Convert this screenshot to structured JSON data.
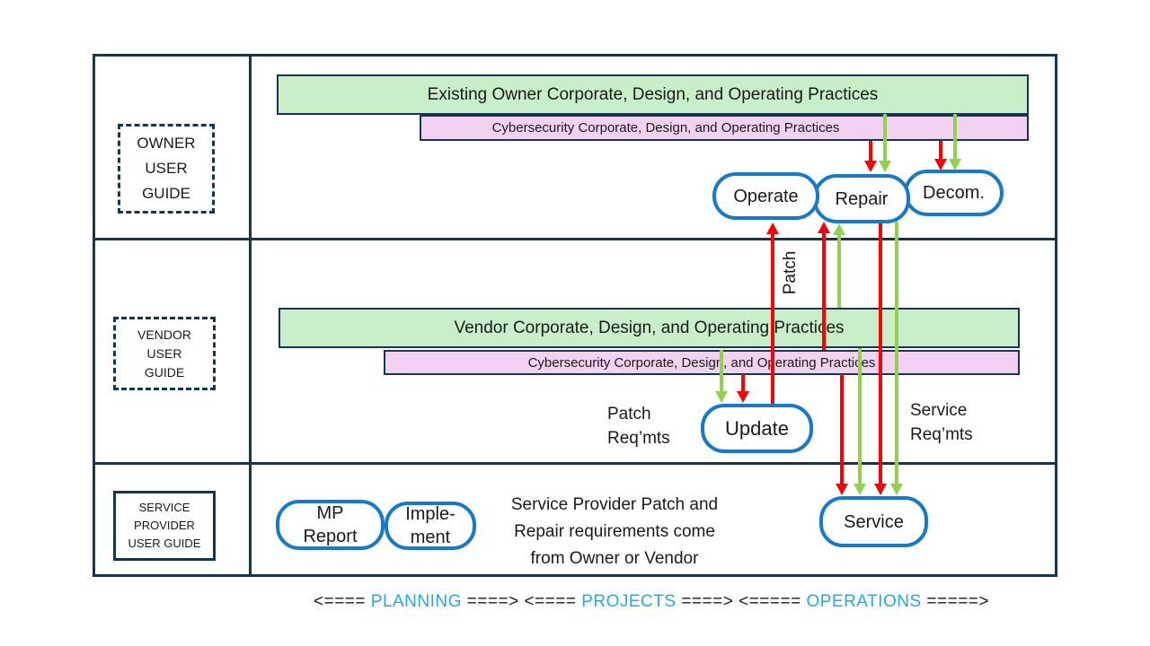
{
  "colors": {
    "border_dark": "#14374e",
    "node_blue": "#1879c7",
    "bar_green_fill": "#c8efc9",
    "bar_pink_fill": "#f2d2f0",
    "arrow_red": "#f40505",
    "arrow_green": "#92d050",
    "legend_cyan": "#22aae2"
  },
  "owner_band": {
    "guide_label": "OWNER\nUSER\nGUIDE",
    "green_bar": "Existing Owner Corporate, Design, and Operating Practices",
    "pink_bar": "Cybersecurity Corporate, Design, and Operating Practices",
    "operate": "Operate",
    "repair": "Repair",
    "decom": "Decom."
  },
  "vendor_band": {
    "guide_label": "VENDOR\nUSER\nGUIDE",
    "green_bar": "Vendor Corporate, Design, and Operating Practices",
    "pink_bar": "Cybersecurity Corporate, Design, and Operating Practices",
    "update": "Update",
    "patch_arrow_label": "Patch",
    "patch_reqmts": "Patch\nReq’mts",
    "service_reqmts": "Service\nReq’mts"
  },
  "service_band": {
    "guide_label": "SERVICE\nPROVIDER\nUSER GUIDE",
    "mp_report": "MP\nReport",
    "implement": "Imple-\nment",
    "service": "Service",
    "note": "Service Provider Patch and\nRepair requirements come\nfrom Owner or Vendor"
  },
  "legend": {
    "prefix": "<==== ",
    "planning": "PLANNING",
    "mid1": " ====> <==== ",
    "projects": "PROJECTS",
    "mid2": " ====> <===== ",
    "operations": "OPERATIONS",
    "suffix": " =====>"
  }
}
